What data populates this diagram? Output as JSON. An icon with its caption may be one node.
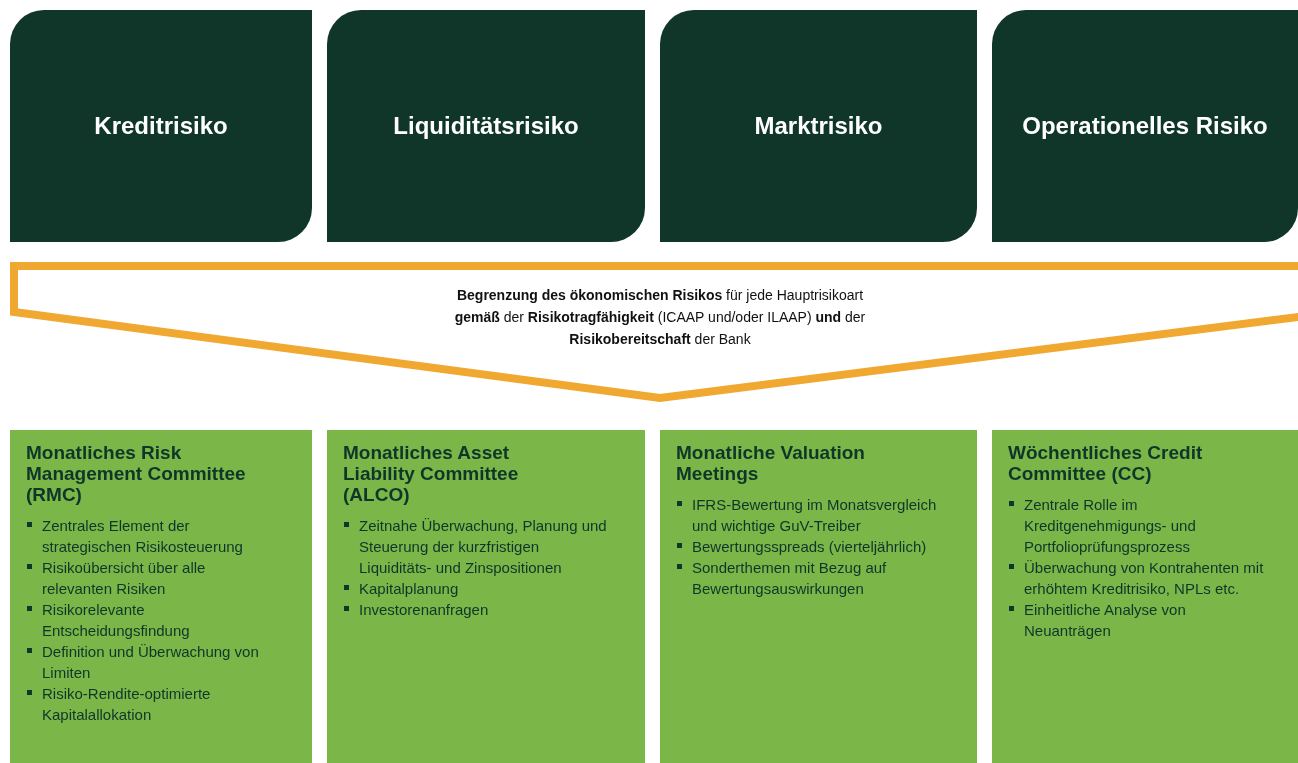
{
  "diagram": {
    "nodes": [
      {
        "text": [
          "Kreditrisiko"
        ]
      },
      {
        "text": [
          "Liquiditätsrisiko"
        ]
      },
      {
        "text": [
          "Marktrisiko"
        ]
      },
      {
        "text": [
          "Operationelles Risiko"
        ]
      },
      {
        "text": [
          "**Begrenzung des ökonomischen Risikos** für jede Hauptrisikoart **gemäß** der **Risikotragfähigkeit** (ICAAP und/oder ILAAP) **und** der **Risikobereitschaft** der Bank"
        ]
      },
      {
        "text": [
          "Monatliches Risk Management Committee (RMC)",
          "Zentrales Element der strategischen Risikosteuerung",
          "Risikoübersicht über alle relevanten Risiken",
          "Risikorelevante Entscheidungsfindung",
          "Definition und Überwachung von Limiten",
          "Risiko-Rendite-optimierte Kapitalallokation"
        ]
      },
      {
        "text": [
          "Monatliches Asset Liability Committee (ALCO)",
          "Zeitnahe Überwachung, Planung und Steuerung der kurzfristigen Liquiditäts- und Zinspositionen",
          "Kapitalplanung",
          "Investorenanfragen"
        ]
      },
      {
        "text": [
          "Monatliche Valuation Meetings",
          "IFRS-Bewertung im Monatsvergleich und wichtige GuV-Treiber",
          "Bewertungsspreads (vierteljährlich)",
          "Sonderthemen mit Bezug auf Bewertungsauswirkungen"
        ]
      },
      {
        "text": [
          "Wöchentliches Credit Committee (CC)",
          "Zentrale Rolle im Kreditgenehmigungs- und Portfolioprüfungsprozess",
          "Überwachung von Kontrahenten mit erhöhtem Kreditrisiko, NPLs etc.",
          "Einheitliche Analyse von Neuanträgen"
        ]
      }
    ]
  }
}
